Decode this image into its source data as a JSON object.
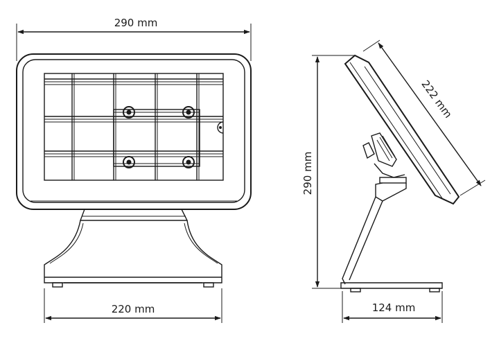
{
  "dimensions": {
    "front_width": "290 mm",
    "base_width": "220 mm",
    "side_height": "290 mm",
    "screen_diagonal": "222 mm",
    "side_depth": "124 mm"
  },
  "colors": {
    "line": "#1a1a1a",
    "background": "#ffffff"
  }
}
